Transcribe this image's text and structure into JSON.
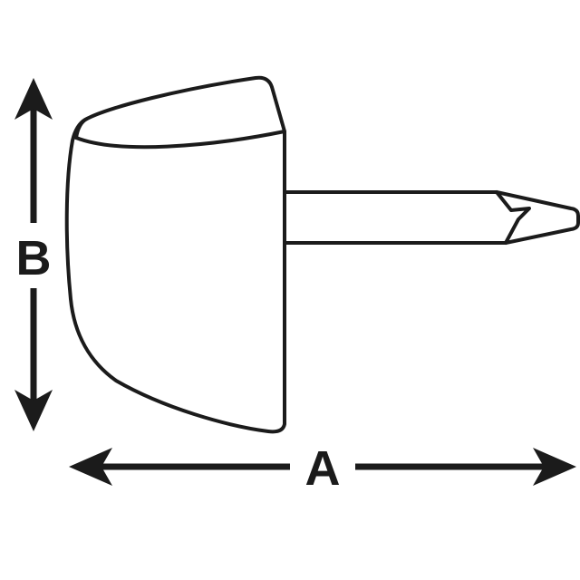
{
  "labels": {
    "width": "A",
    "height": "B"
  },
  "colors": {
    "stroke": "#1b1b1b",
    "fill": "#ffffff"
  },
  "parts": {
    "head": "furniture-glide-head",
    "pin": "nail-pin"
  }
}
